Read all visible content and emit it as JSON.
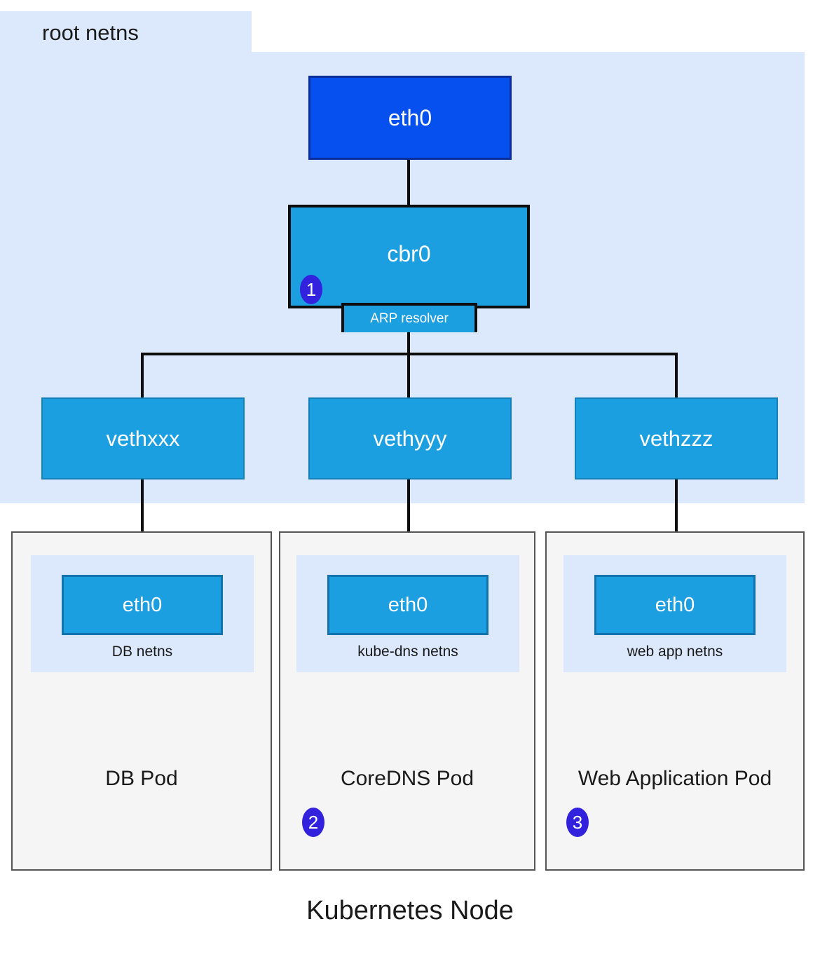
{
  "diagram": {
    "caption": "Kubernetes Node",
    "root_netns_label": "root netns",
    "colors": {
      "root_netns_bg": "#dce8fb",
      "host_eth0_fill": "#0550ee",
      "host_eth0_border": "#0a2f99",
      "bridge_fill": "#1c9fe0",
      "veth_fill": "#1c9fe0",
      "pod_bg": "#f5f5f5",
      "pod_border": "#555555",
      "badge_fill": "#3322dd",
      "line": "#0d0d0d"
    }
  },
  "host": {
    "eth0_label": "eth0",
    "bridge_label": "cbr0",
    "arp_label": "ARP resolver",
    "bridge_badge": "1"
  },
  "veths": [
    {
      "label": "vethxxx"
    },
    {
      "label": "vethyyy"
    },
    {
      "label": "vethzzz"
    }
  ],
  "pods": [
    {
      "title": "DB Pod",
      "netns_label": "DB netns",
      "eth0_label": "eth0",
      "badge": ""
    },
    {
      "title": "CoreDNS Pod",
      "netns_label": "kube-dns netns",
      "eth0_label": "eth0",
      "badge": "2"
    },
    {
      "title": "Web Application Pod",
      "netns_label": "web app netns",
      "eth0_label": "eth0",
      "badge": "3"
    }
  ]
}
